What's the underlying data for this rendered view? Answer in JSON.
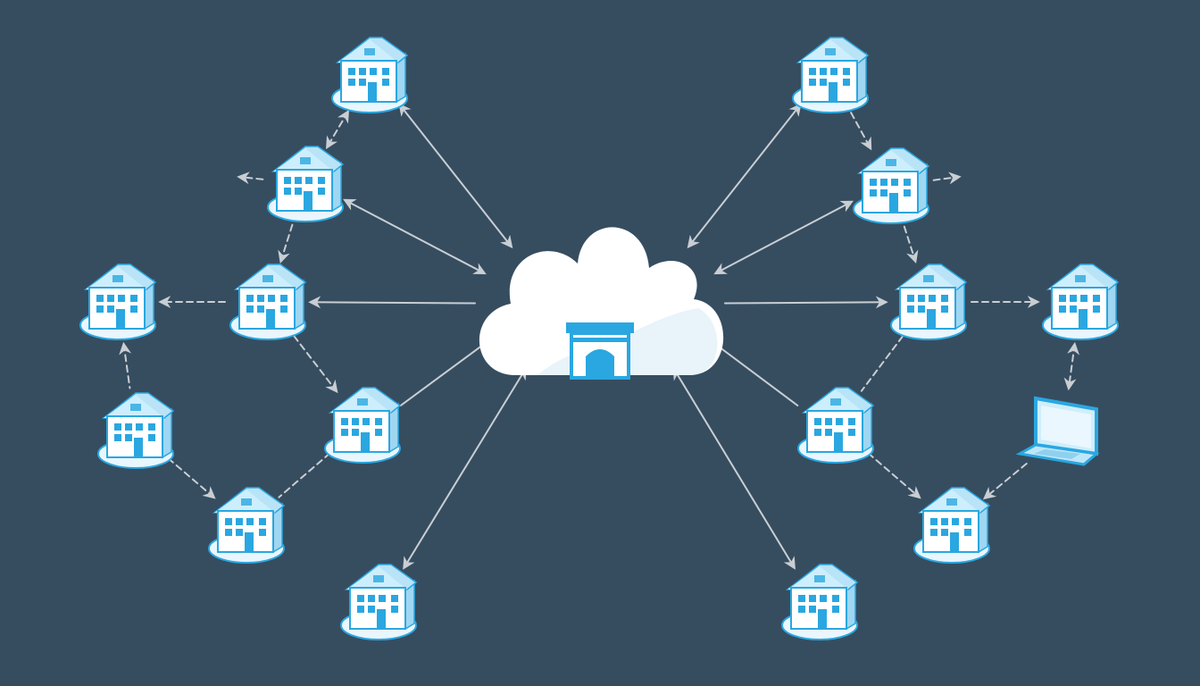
{
  "diagram": {
    "colors": {
      "background": "#364d60",
      "building_blue": "#2aa7e0",
      "building_front": "#ffffff",
      "building_side": "#9fd6f2",
      "roof": "#b9e3f7",
      "platform": "#e9f6fd",
      "arrow": "#c9ced3",
      "cloud": "#ffffff",
      "cloud_shade": "#e6f2fa",
      "gateway": "#2aa7e0"
    },
    "hub": {
      "type": "cloud",
      "icon": "gateway-building-icon"
    },
    "nodes": [
      {
        "id": "tl-top",
        "icon": "building-icon"
      },
      {
        "id": "tl-2",
        "icon": "building-icon"
      },
      {
        "id": "l-mid",
        "icon": "building-icon"
      },
      {
        "id": "l-far",
        "icon": "building-icon"
      },
      {
        "id": "l-low",
        "icon": "building-icon"
      },
      {
        "id": "l-inner",
        "icon": "building-icon"
      },
      {
        "id": "l-bottom",
        "icon": "building-icon"
      },
      {
        "id": "b-left",
        "icon": "building-icon"
      },
      {
        "id": "tr-top",
        "icon": "building-icon"
      },
      {
        "id": "tr-2",
        "icon": "building-icon"
      },
      {
        "id": "r-mid",
        "icon": "building-icon"
      },
      {
        "id": "r-far",
        "icon": "building-icon"
      },
      {
        "id": "r-inner",
        "icon": "building-icon"
      },
      {
        "id": "r-bottom",
        "icon": "building-icon"
      },
      {
        "id": "b-right",
        "icon": "building-icon"
      },
      {
        "id": "laptop",
        "icon": "laptop-icon"
      }
    ],
    "links": [
      {
        "from": "hub",
        "to": "tl-top",
        "head": "both"
      },
      {
        "from": "hub",
        "to": "tl-2",
        "head": "both"
      },
      {
        "from": "hub",
        "to": "l-mid",
        "head": "to"
      },
      {
        "from": "hub",
        "to": "l-inner",
        "head": "none"
      },
      {
        "from": "hub",
        "to": "b-left",
        "head": "both"
      },
      {
        "from": "hub",
        "to": "tr-top",
        "head": "both"
      },
      {
        "from": "hub",
        "to": "tr-2",
        "head": "both"
      },
      {
        "from": "hub",
        "to": "r-mid",
        "head": "to"
      },
      {
        "from": "hub",
        "to": "r-inner",
        "head": "none"
      },
      {
        "from": "hub",
        "to": "b-right",
        "head": "both"
      },
      {
        "from": "tl-top",
        "to": "tl-2",
        "head": "both"
      },
      {
        "from": "tl-2",
        "to": "l-mid",
        "head": "to"
      },
      {
        "from": "tl-2",
        "to": "left-stub",
        "head": "to"
      },
      {
        "from": "l-mid",
        "to": "l-far",
        "head": "to"
      },
      {
        "from": "l-far",
        "to": "l-low",
        "head": "from"
      },
      {
        "from": "l-mid",
        "to": "l-inner",
        "head": "to"
      },
      {
        "from": "l-low",
        "to": "l-bottom",
        "head": "to"
      },
      {
        "from": "l-inner",
        "to": "l-bottom",
        "head": "none"
      },
      {
        "from": "tr-top",
        "to": "tr-2",
        "head": "to"
      },
      {
        "from": "tr-2",
        "to": "r-mid",
        "head": "to"
      },
      {
        "from": "tr-2",
        "to": "right-stub",
        "head": "to"
      },
      {
        "from": "r-mid",
        "to": "r-far",
        "head": "to"
      },
      {
        "from": "r-far",
        "to": "laptop",
        "head": "both"
      },
      {
        "from": "r-mid",
        "to": "r-inner",
        "head": "none"
      },
      {
        "from": "r-inner",
        "to": "r-bottom",
        "head": "to"
      },
      {
        "from": "laptop",
        "to": "r-bottom",
        "head": "to"
      }
    ]
  }
}
